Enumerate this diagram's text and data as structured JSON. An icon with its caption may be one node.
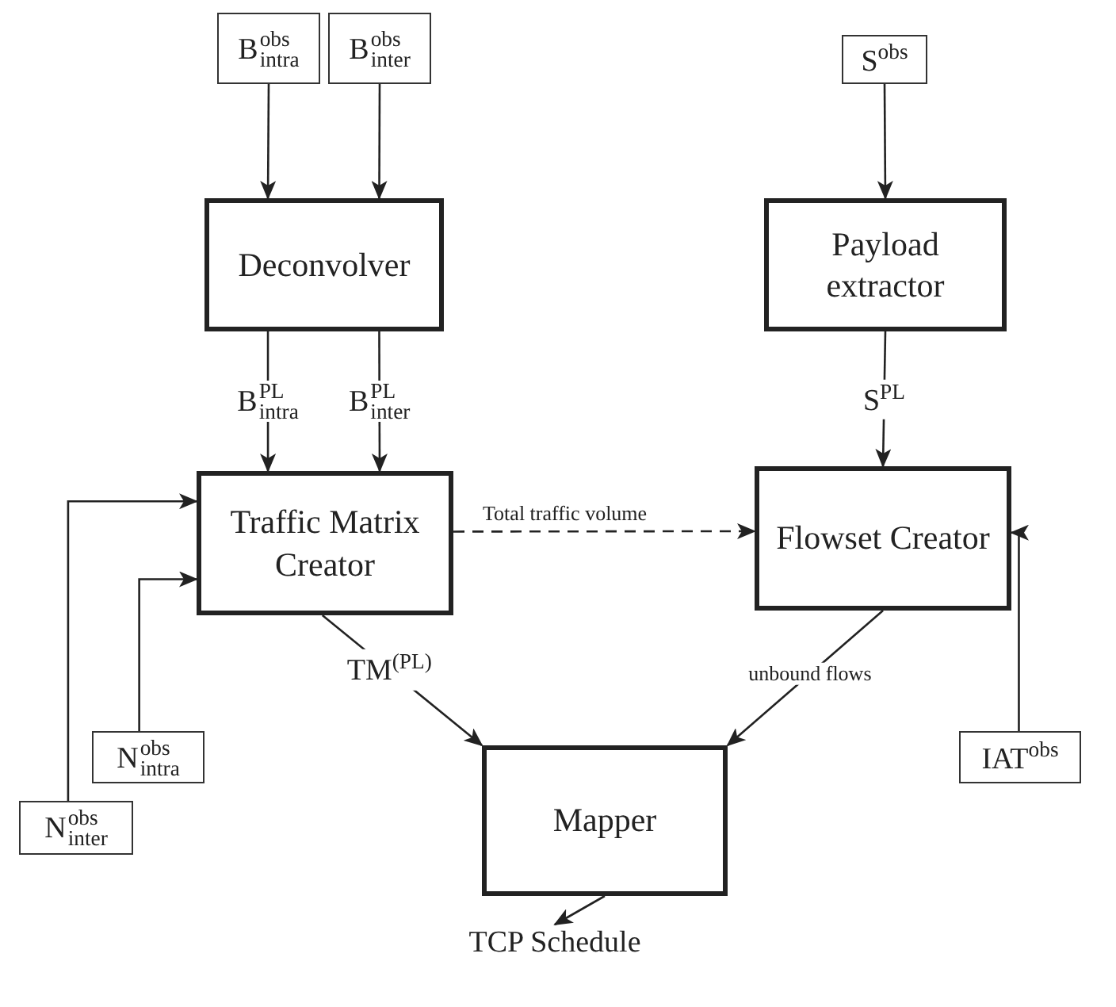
{
  "diagram": {
    "nodes": [
      {
        "text": [
          "B$^{obs}$$_{intra}$"
        ]
      },
      {
        "text": [
          "B$^{obs}$$_{inter}$"
        ]
      },
      {
        "text": [
          "S$^{obs}$"
        ]
      },
      {
        "text": [
          "Deconvolver"
        ]
      },
      {
        "text": [
          "Payload extractor"
        ]
      },
      {
        "text": [
          "Traffic Matrix Creator"
        ]
      },
      {
        "text": [
          "Flowset Creator"
        ]
      },
      {
        "text": [
          "N$^{obs}$$_{intra}$"
        ]
      },
      {
        "text": [
          "N$^{obs}$$_{inter}$"
        ]
      },
      {
        "text": [
          "IAT$^{obs}$"
        ]
      },
      {
        "text": [
          "Mapper"
        ]
      },
      {
        "text": [
          "TCP Schedule"
        ]
      }
    ],
    "edges": [
      {
        "from": 0,
        "to": 3,
        "arrow": "to"
      },
      {
        "from": 1,
        "to": 3,
        "arrow": "to"
      },
      {
        "from": 2,
        "to": 4,
        "arrow": "to"
      },
      {
        "from": 3,
        "to": 5,
        "arrow": "to",
        "label": "B$^{PL}$$_{intra}$"
      },
      {
        "from": 3,
        "to": 5,
        "arrow": "to",
        "label": "B$^{PL}$$_{inter}$"
      },
      {
        "from": 4,
        "to": 6,
        "arrow": "to",
        "label": "S$^{PL}$"
      },
      {
        "from": 5,
        "to": 6,
        "arrow": "to",
        "label": "Total traffic volume",
        "style": "dashed"
      },
      {
        "from": 7,
        "to": 5,
        "arrow": "to"
      },
      {
        "from": 8,
        "to": 5,
        "arrow": "to"
      },
      {
        "from": 9,
        "to": 6,
        "arrow": "to"
      },
      {
        "from": 5,
        "to": 10,
        "arrow": "to",
        "label": "TM$^{(PL)}$"
      },
      {
        "from": 6,
        "to": 10,
        "arrow": "to",
        "label": "unbound flows"
      },
      {
        "from": 10,
        "to": 11,
        "arrow": "to"
      }
    ]
  }
}
